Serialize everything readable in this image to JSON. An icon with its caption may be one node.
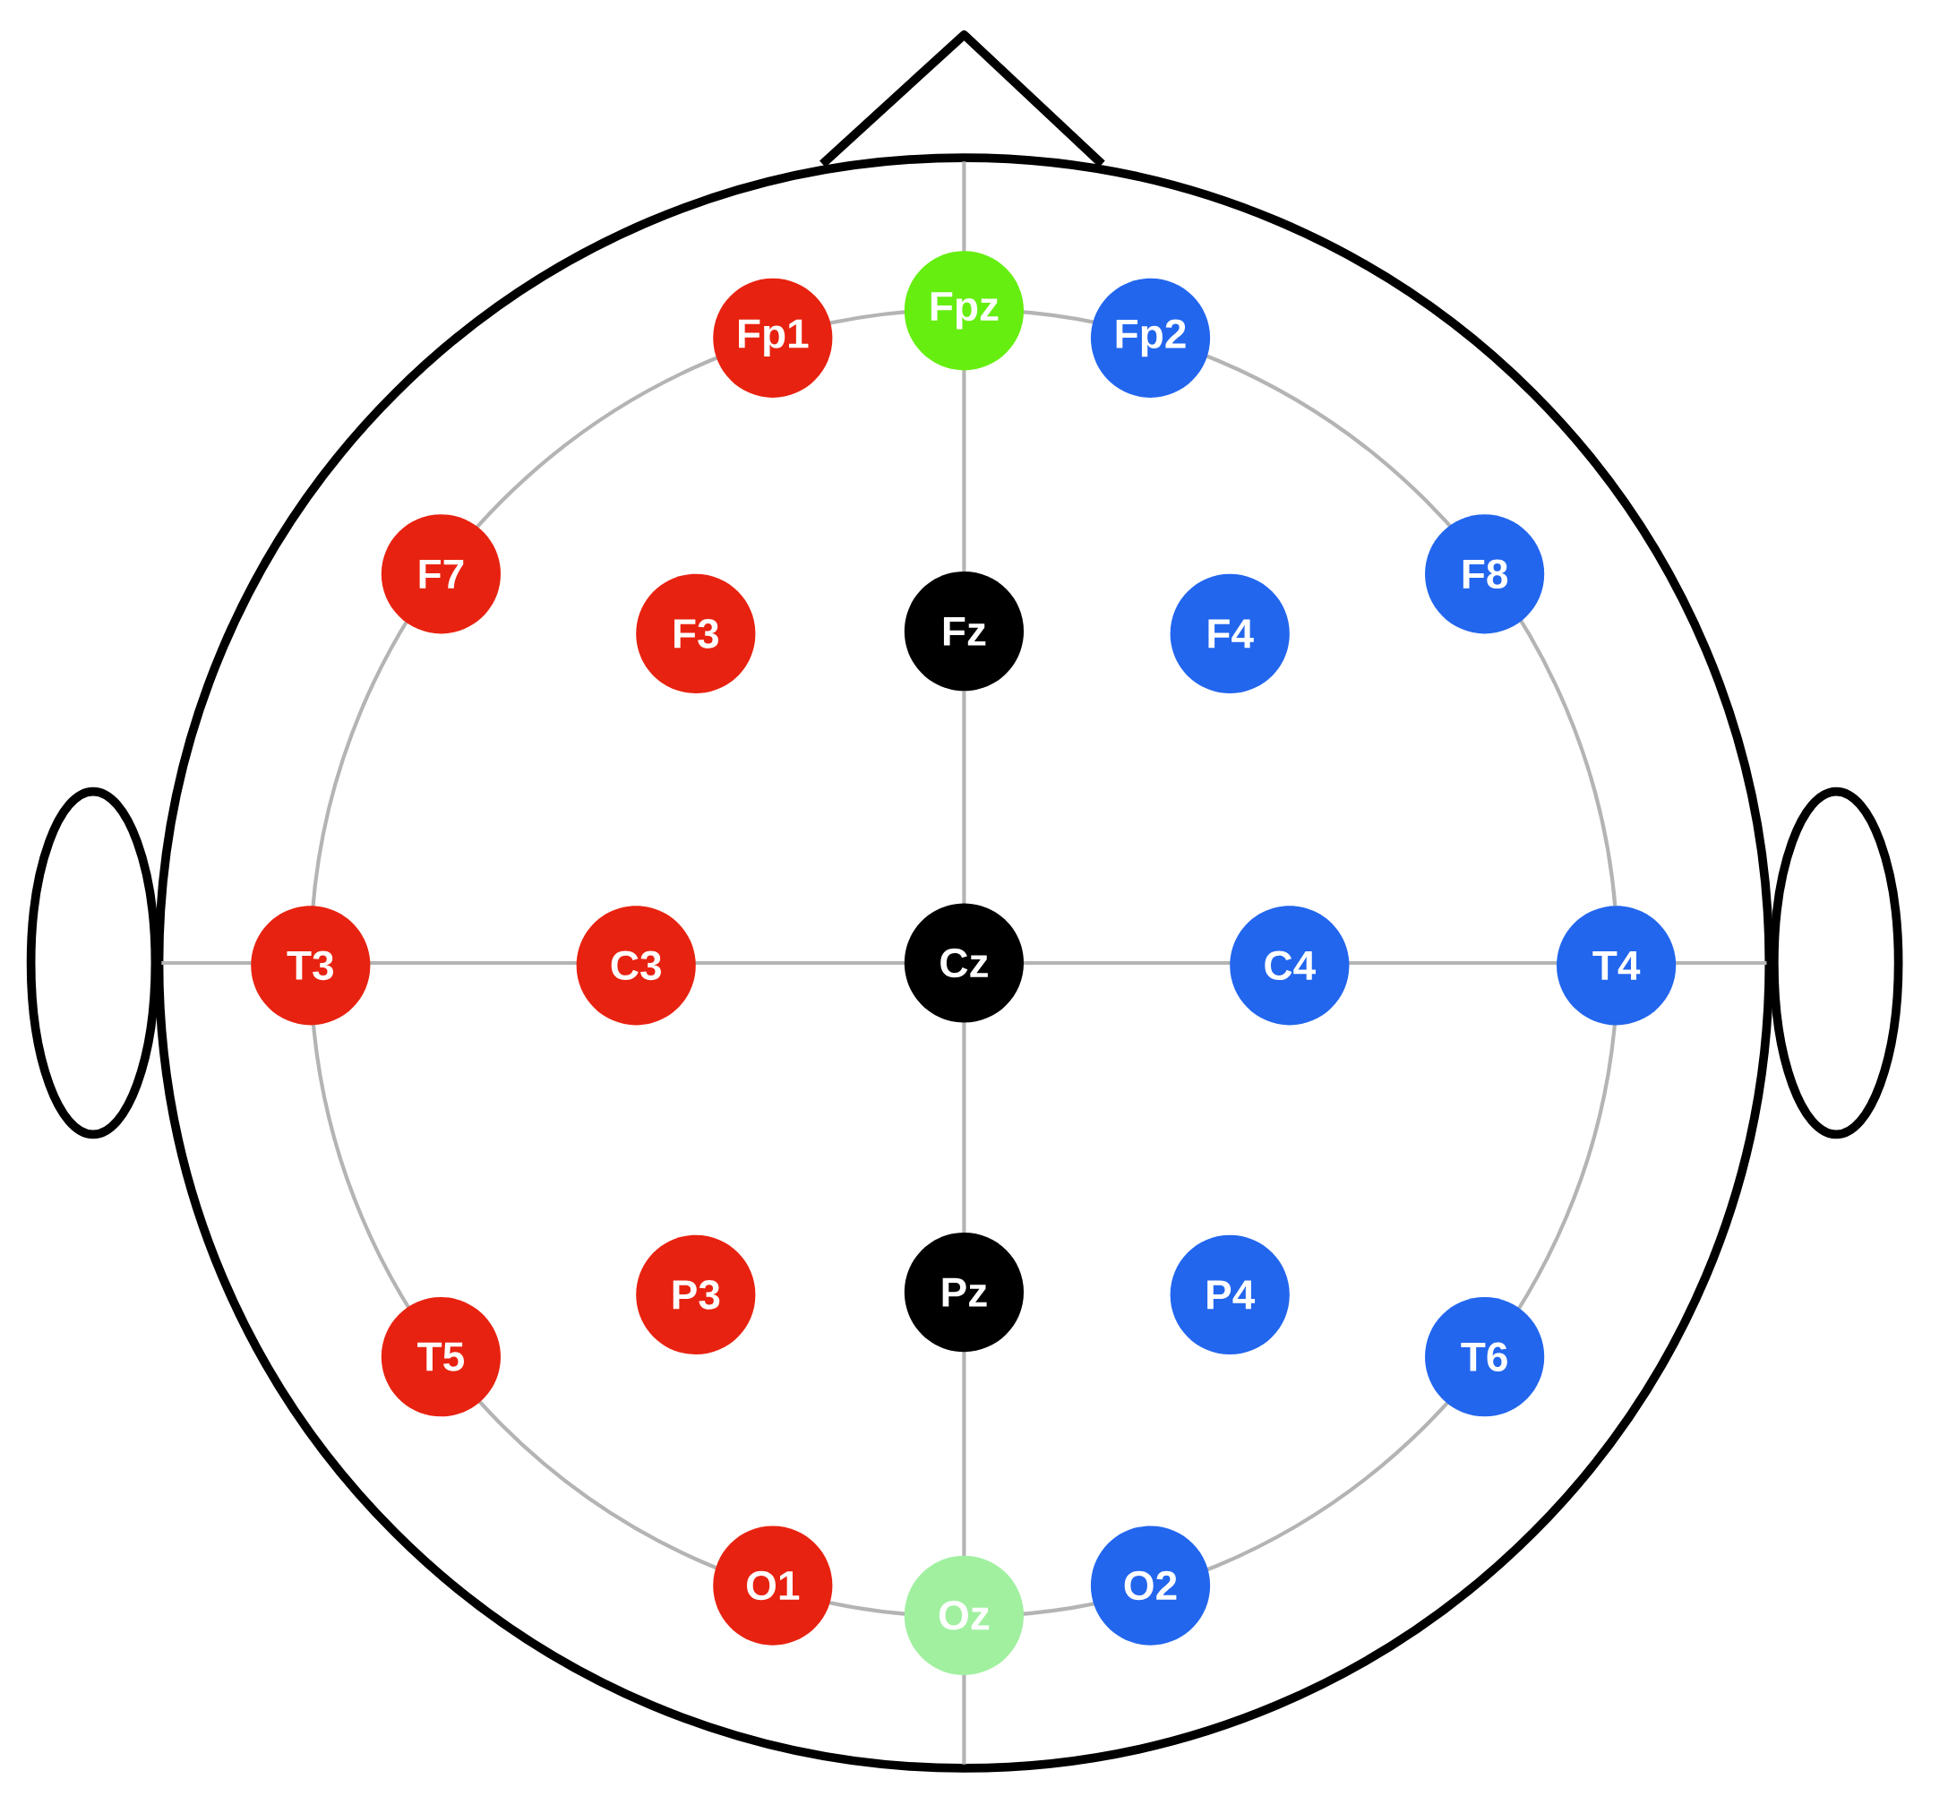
{
  "diagram": {
    "nodes": [
      {
        "text": [
          "Fp1"
        ]
      },
      {
        "text": [
          "Fpz"
        ]
      },
      {
        "text": [
          "Fp2"
        ]
      },
      {
        "text": [
          "F7"
        ]
      },
      {
        "text": [
          "F3"
        ]
      },
      {
        "text": [
          "Fz"
        ]
      },
      {
        "text": [
          "F4"
        ]
      },
      {
        "text": [
          "F8"
        ]
      },
      {
        "text": [
          "T3"
        ]
      },
      {
        "text": [
          "C3"
        ]
      },
      {
        "text": [
          "Cz"
        ]
      },
      {
        "text": [
          "C4"
        ]
      },
      {
        "text": [
          "T4"
        ]
      },
      {
        "text": [
          "T5"
        ]
      },
      {
        "text": [
          "P3"
        ]
      },
      {
        "text": [
          "Pz"
        ]
      },
      {
        "text": [
          "P4"
        ]
      },
      {
        "text": [
          "T6"
        ]
      },
      {
        "text": [
          "O1"
        ]
      },
      {
        "text": [
          "Oz"
        ]
      },
      {
        "text": [
          "O2"
        ]
      }
    ]
  }
}
